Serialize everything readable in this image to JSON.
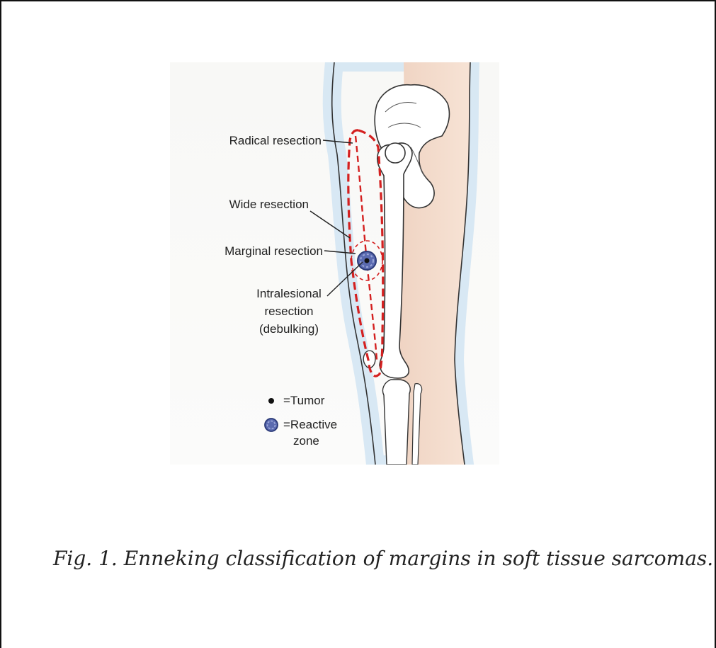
{
  "figure": {
    "labels": {
      "radical": "Radical resection",
      "wide": "Wide resection",
      "marginal": "Marginal resection",
      "intralesional_1": "Intralesional",
      "intralesional_2": "resection",
      "intralesional_3": "(debulking)"
    },
    "legend": {
      "tumor": "=Tumor",
      "reactive_1": "=Reactive",
      "reactive_2": "zone"
    }
  },
  "caption": "Fig. 1. Enneking classification of margins in soft tissue sarcomas.",
  "colors": {
    "resection_dash": "#d42020",
    "skin": "#f5dccb",
    "glow": "#cfe4f2",
    "tumor": "#2b3a78"
  }
}
